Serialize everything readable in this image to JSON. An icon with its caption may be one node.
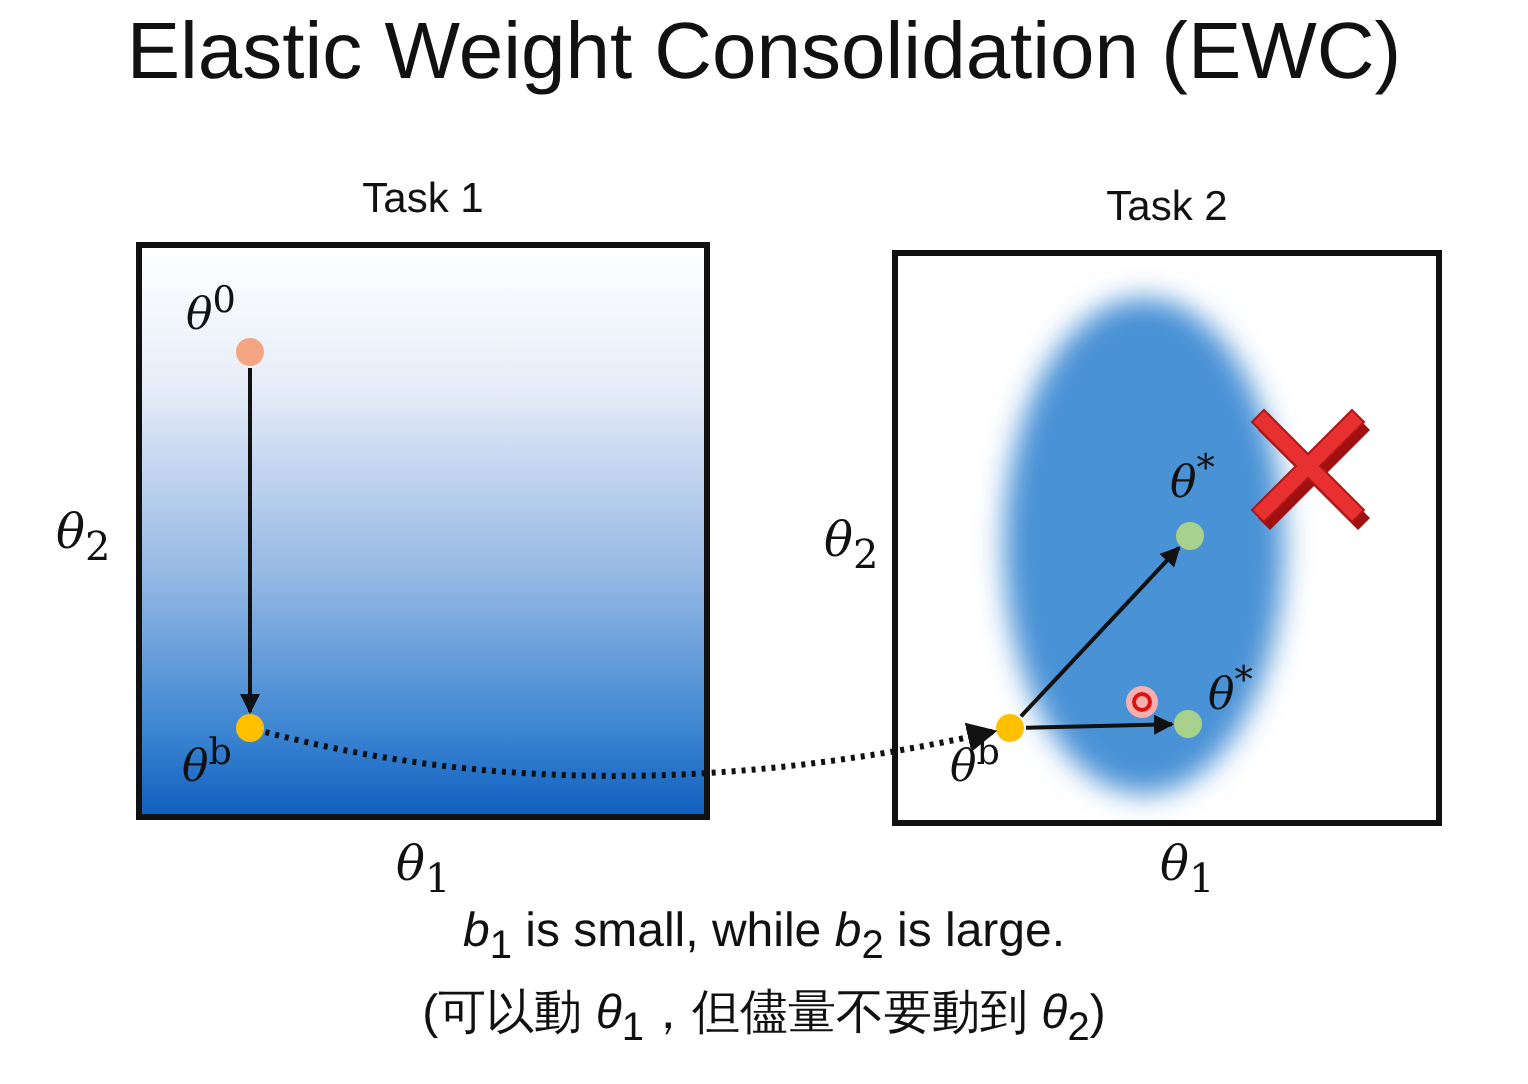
{
  "diagram": {
    "title": "Elastic Weight Consolidation (EWC)",
    "nodes": [
      {
        "text": [
          "Task 1"
        ]
      },
      {
        "text": [
          "θ$^{0}$"
        ],
        "in": 0
      },
      {
        "text": [
          "θ$^{b}$"
        ],
        "in": 0
      },
      {
        "text": [
          "Task 2"
        ]
      },
      {
        "text": [
          "θ$^{b}$"
        ],
        "in": 3
      },
      {
        "text": [
          "θ$^{*}$"
        ],
        "in": 3
      },
      {
        "text": [
          "θ$^{*}$"
        ],
        "in": 3
      }
    ],
    "edges": [
      {
        "from": 1,
        "to": 2,
        "arrow": "to"
      },
      {
        "from": 2,
        "to": 4,
        "arrow": "to",
        "style": "dashed"
      },
      {
        "from": 4,
        "to": 5,
        "arrow": "to"
      },
      {
        "from": 4,
        "to": 6,
        "arrow": "to"
      }
    ],
    "labels": [
      "θ$_{2}$",
      "θ$_{1}$",
      "θ$_{2}$",
      "θ$_{1}$",
      "*b*$_{1}$ is small, while *b*$_{2}$ is large.",
      "(可以動 *θ*$_{1}$，但儘量不要動到 *θ*$_{2}$)"
    ]
  }
}
